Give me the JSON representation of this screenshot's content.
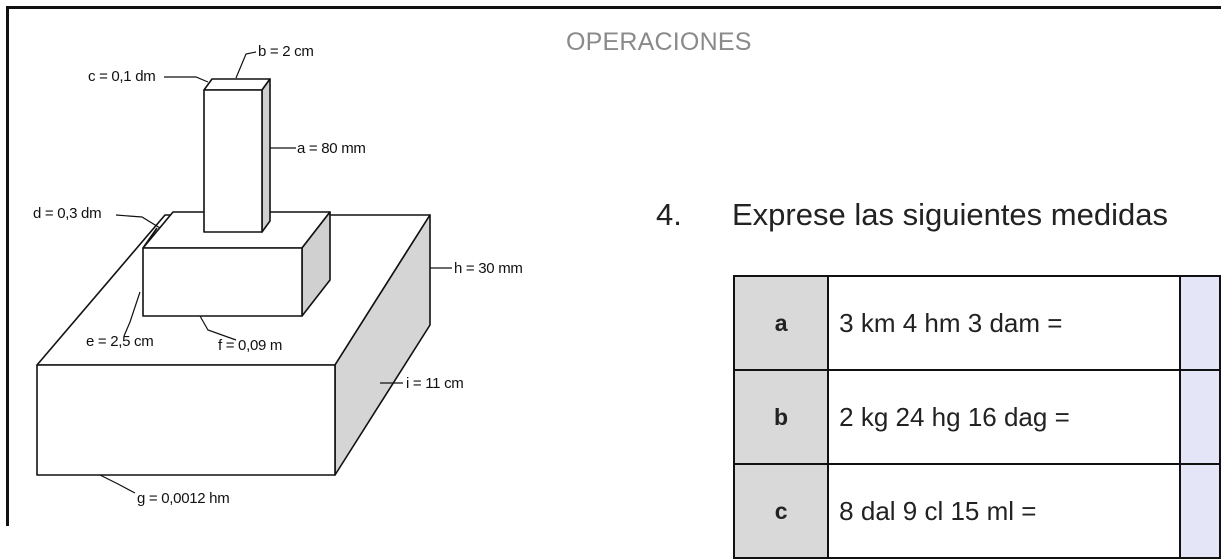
{
  "section_heading": "OPERACIONES",
  "question": {
    "number": "4.",
    "text": "Exprese las siguientes medidas"
  },
  "figure": {
    "labels": {
      "b": "b = 2 cm",
      "c": "c = 0,1 dm",
      "a": "a = 80 mm",
      "d": "d = 0,3 dm",
      "h": "h = 30 mm",
      "e": "e = 2,5 cm",
      "f": "f = 0,09 m",
      "i": "i = 11 cm",
      "g": "g = 0,0012 hm"
    }
  },
  "table": {
    "rows": [
      {
        "label": "a",
        "expression": "3 km 4 hm 3 dam =",
        "answer": ""
      },
      {
        "label": "b",
        "expression": "2 kg 24 hg 16 dag =",
        "answer": ""
      },
      {
        "label": "c",
        "expression": "8 dal 9 cl 15 ml =",
        "answer": ""
      }
    ]
  },
  "colors": {
    "header_cell": "#d9d9d9",
    "answer_cell": "#e4e6f8",
    "heading_text": "#8a8a8a"
  }
}
